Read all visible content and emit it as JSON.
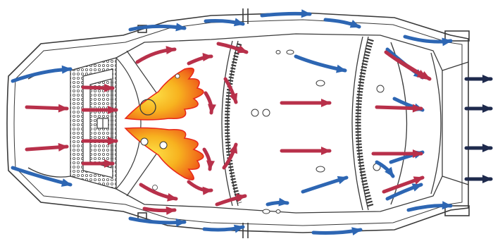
{
  "diagram": {
    "subject": "combustion-chamber-airflow-cutaway",
    "colors": {
      "background": "#ffffff",
      "outline": "#3a3a3a",
      "cooling_air": "#2d66b3",
      "combustion_air": "#b8304a",
      "exhaust": "#1e2a4d",
      "flame_outer": "#e8281a",
      "flame_mid": "#f58a1e",
      "flame_core": "#fde047"
    },
    "arrow_groups": [
      {
        "name": "cooling-air-arrows",
        "color_key": "cooling_air",
        "count": 19
      },
      {
        "name": "combustion-air-arrows",
        "color_key": "combustion_air",
        "count": 24
      },
      {
        "name": "exhaust-arrows",
        "color_key": "exhaust",
        "count": 4
      }
    ]
  }
}
